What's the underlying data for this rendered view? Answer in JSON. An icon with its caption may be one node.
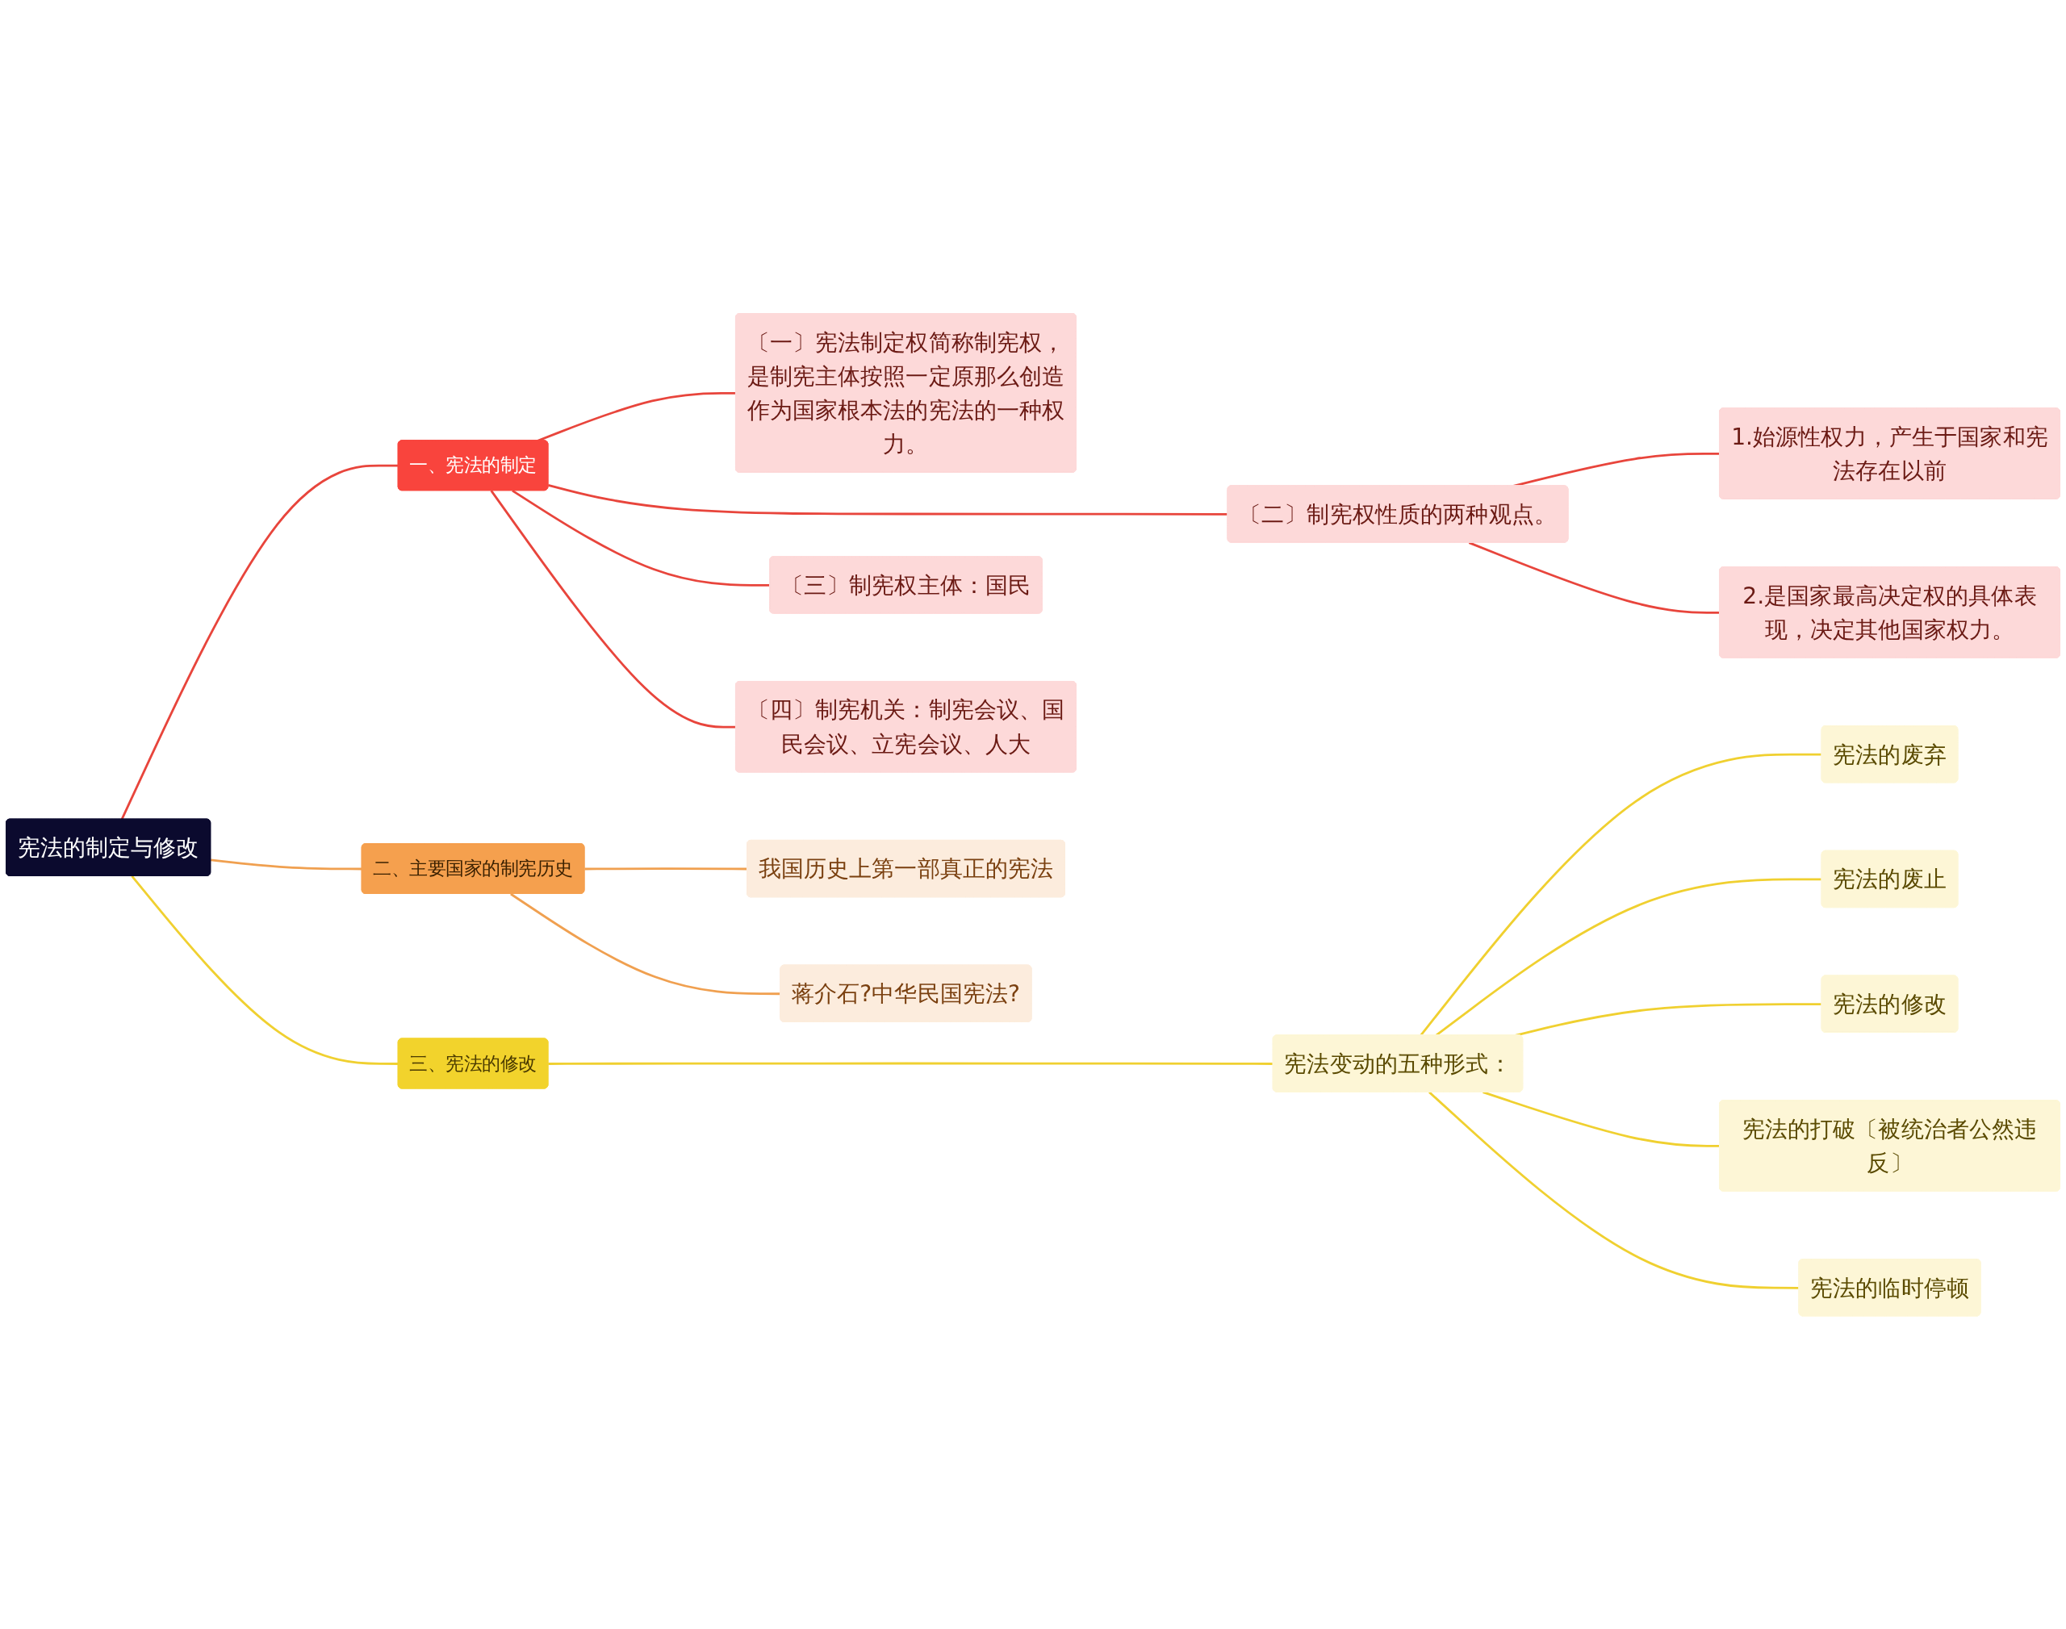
{
  "diagram": {
    "nodes": [
      {
        "text": [
          "宪法的制定与修改"
        ]
      },
      {
        "text": [
          "一、宪法的制定"
        ]
      },
      {
        "text": [
          "〔一〕宪法制定权简称制宪权，是制宪主体按照一定原那么创造作为国家根本法的宪法的一种权力。"
        ]
      },
      {
        "text": [
          "〔二〕制宪权性质的两种观点。"
        ]
      },
      {
        "text": [
          "1.始源性权力，产生于国家和宪法存在以前"
        ]
      },
      {
        "text": [
          "2.是国家最高决定权的具体表现，决定其他国家权力。"
        ]
      },
      {
        "text": [
          "〔三〕制宪权主体：国民"
        ]
      },
      {
        "text": [
          "〔四〕制宪机关：制宪会议、国民会议、立宪会议、人大"
        ]
      },
      {
        "text": [
          "二、主要国家的制宪历史"
        ]
      },
      {
        "text": [
          "我国历史上第一部真正的宪法"
        ]
      },
      {
        "text": [
          "蒋介石?中华民国宪法?"
        ]
      },
      {
        "text": [
          "三、宪法的修改"
        ]
      },
      {
        "text": [
          "宪法变动的五种形式："
        ]
      },
      {
        "text": [
          "宪法的废弃"
        ]
      },
      {
        "text": [
          "宪法的废止"
        ]
      },
      {
        "text": [
          "宪法的修改"
        ]
      },
      {
        "text": [
          "宪法的打破〔被统治者公然违反〕"
        ]
      },
      {
        "text": [
          "宪法的临时停顿"
        ]
      }
    ],
    "edges": [
      {
        "from": 0,
        "to": 1,
        "arrow": "none",
        "color": "#e8453c"
      },
      {
        "from": 1,
        "to": 2,
        "arrow": "none",
        "color": "#e8453c"
      },
      {
        "from": 1,
        "to": 3,
        "arrow": "none",
        "color": "#e8453c"
      },
      {
        "from": 3,
        "to": 4,
        "arrow": "none",
        "color": "#e8453c"
      },
      {
        "from": 3,
        "to": 5,
        "arrow": "none",
        "color": "#e8453c"
      },
      {
        "from": 1,
        "to": 6,
        "arrow": "none",
        "color": "#e8453c"
      },
      {
        "from": 1,
        "to": 7,
        "arrow": "none",
        "color": "#e8453c"
      },
      {
        "from": 0,
        "to": 8,
        "arrow": "none",
        "color": "#f0a050"
      },
      {
        "from": 8,
        "to": 9,
        "arrow": "none",
        "color": "#f0a050"
      },
      {
        "from": 8,
        "to": 10,
        "arrow": "none",
        "color": "#f0a050"
      },
      {
        "from": 0,
        "to": 11,
        "arrow": "none",
        "color": "#f0d030"
      },
      {
        "from": 11,
        "to": 12,
        "arrow": "none",
        "color": "#f0d030"
      },
      {
        "from": 12,
        "to": 13,
        "arrow": "none",
        "color": "#f0d030"
      },
      {
        "from": 12,
        "to": 14,
        "arrow": "none",
        "color": "#f0d030"
      },
      {
        "from": 12,
        "to": 15,
        "arrow": "none",
        "color": "#f0d030"
      },
      {
        "from": 12,
        "to": 16,
        "arrow": "none",
        "color": "#f0d030"
      },
      {
        "from": 12,
        "to": 17,
        "arrow": "none",
        "color": "#f0d030"
      }
    ]
  }
}
